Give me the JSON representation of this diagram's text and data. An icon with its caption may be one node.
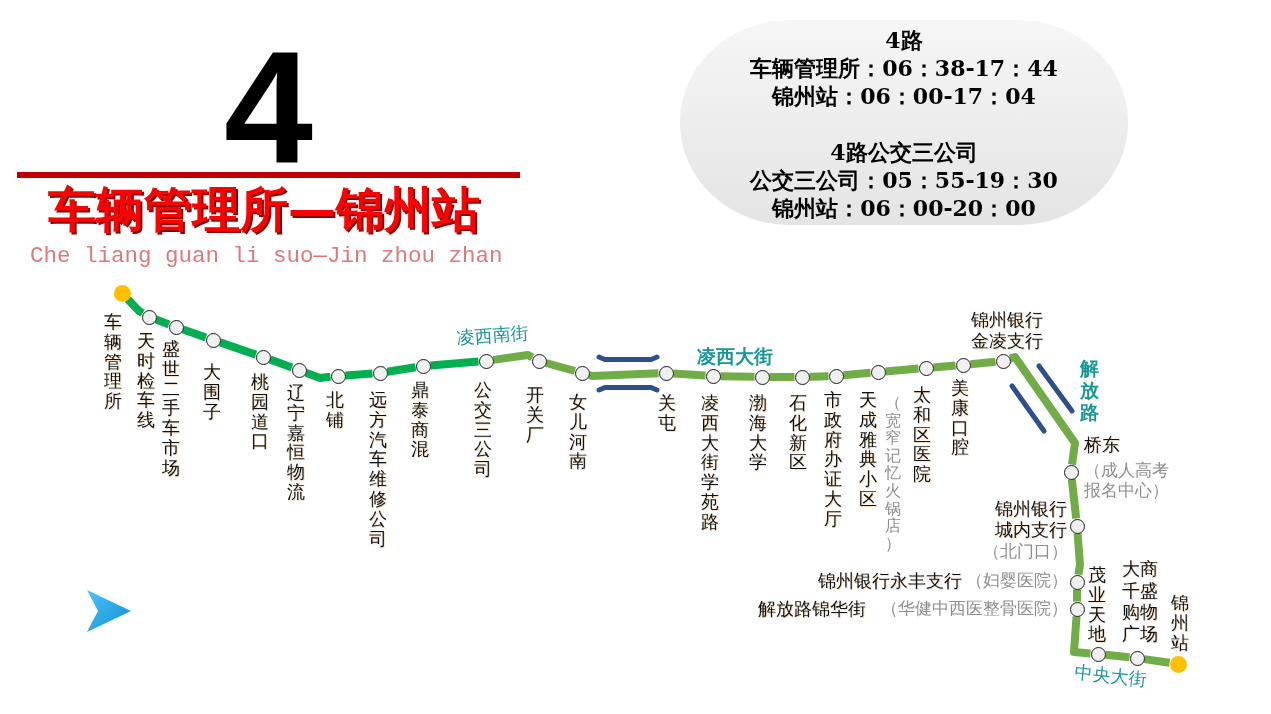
{
  "diagram": {
    "title": "4",
    "nodes": [
      {
        "text": [
          "4路",
          "车辆管理所：06：38-17：44",
          "锦州站：06：00-17：04",
          "4路公交三公司",
          "公交三公司：05：55-19：30",
          "锦州站：06：00-20：00"
        ]
      },
      {
        "text": [],
        "shape": "circle",
        "beside": [
          "车辆管理所"
        ]
      },
      {
        "text": [],
        "shape": "circle",
        "beside": [
          "天时检车线"
        ]
      },
      {
        "text": [],
        "shape": "circle",
        "beside": [
          "盛世二手车市场"
        ]
      },
      {
        "text": [],
        "shape": "circle",
        "beside": [
          "大围子"
        ]
      },
      {
        "text": [],
        "shape": "circle",
        "beside": [
          "桃园道口"
        ]
      },
      {
        "text": [],
        "shape": "circle",
        "beside": [
          "辽宁嘉恒物流"
        ]
      },
      {
        "text": [],
        "shape": "circle",
        "beside": [
          "北铺"
        ]
      },
      {
        "text": [],
        "shape": "circle",
        "beside": [
          "远方汽车维修公司"
        ]
      },
      {
        "text": [],
        "shape": "circle",
        "beside": [
          "鼎泰商混"
        ]
      },
      {
        "text": [],
        "shape": "circle",
        "beside": [
          "公交三公司"
        ]
      },
      {
        "text": [],
        "shape": "circle",
        "beside": [
          "开关厂"
        ]
      },
      {
        "text": [],
        "shape": "circle",
        "beside": [
          "女儿河南"
        ]
      },
      {
        "text": [],
        "shape": "circle",
        "beside": [
          "关屯"
        ]
      },
      {
        "text": [],
        "shape": "circle",
        "beside": [
          "凌西大街学苑路"
        ]
      },
      {
        "text": [],
        "shape": "circle",
        "beside": [
          "渤海大学"
        ]
      },
      {
        "text": [],
        "shape": "circle",
        "beside": [
          "石化新区"
        ]
      },
      {
        "text": [],
        "shape": "circle",
        "beside": [
          "市政府办证大厅"
        ]
      },
      {
        "text": [],
        "shape": "circle",
        "beside": [
          "天成雅典小区",
          "（宽窄记忆火锅店）"
        ]
      },
      {
        "text": [],
        "shape": "circle",
        "beside": [
          "太和区医院"
        ]
      },
      {
        "text": [],
        "shape": "circle",
        "beside": [
          "美康口腔"
        ]
      },
      {
        "text": [],
        "shape": "circle",
        "beside": [
          "锦州银行金凌支行"
        ]
      },
      {
        "text": [],
        "shape": "circle",
        "beside": [
          "桥东",
          "（成人高考报名中心）"
        ]
      },
      {
        "text": [],
        "shape": "circle",
        "beside": [
          "锦州银行城内支行",
          "（北门口）"
        ]
      },
      {
        "text": [],
        "shape": "circle",
        "beside": [
          "锦州银行永丰支行",
          "（妇婴医院）"
        ]
      },
      {
        "text": [],
        "shape": "circle",
        "beside": [
          "解放路锦华街",
          "（华健中西医整骨医院）"
        ]
      },
      {
        "text": [],
        "shape": "circle",
        "beside": [
          "茂业天地"
        ]
      },
      {
        "text": [],
        "shape": "circle",
        "beside": [
          "大商千盛购物广场"
        ]
      },
      {
        "text": [],
        "shape": "circle",
        "beside": [
          "锦州站"
        ]
      }
    ],
    "edges": [
      {
        "from": 1,
        "to": 2,
        "arrow": "none",
        "color": "#00b050"
      },
      {
        "from": 2,
        "to": 3,
        "arrow": "none",
        "color": "#00b050"
      },
      {
        "from": 3,
        "to": 4,
        "arrow": "none",
        "color": "#00b050"
      },
      {
        "from": 4,
        "to": 5,
        "arrow": "none",
        "color": "#00b050"
      },
      {
        "from": 5,
        "to": 6,
        "arrow": "none",
        "color": "#00b050"
      },
      {
        "from": 6,
        "to": 7,
        "arrow": "none",
        "color": "#00b050"
      },
      {
        "from": 7,
        "to": 8,
        "arrow": "none",
        "color": "#00b050"
      },
      {
        "from": 8,
        "to": 9,
        "arrow": "none",
        "color": "#00b050"
      },
      {
        "from": 9,
        "to": 10,
        "arrow": "none",
        "color": "#00b050"
      },
      {
        "from": 10,
        "to": 11,
        "arrow": "none"
      },
      {
        "from": 11,
        "to": 12,
        "arrow": "none"
      },
      {
        "from": 12,
        "to": 13,
        "arrow": "none"
      },
      {
        "from": 13,
        "to": 14,
        "arrow": "none"
      },
      {
        "from": 14,
        "to": 15,
        "arrow": "none"
      },
      {
        "from": 15,
        "to": 16,
        "arrow": "none"
      },
      {
        "from": 16,
        "to": 17,
        "arrow": "none"
      },
      {
        "from": 17,
        "to": 18,
        "arrow": "none"
      },
      {
        "from": 18,
        "to": 19,
        "arrow": "none"
      },
      {
        "from": 19,
        "to": 20,
        "arrow": "none"
      },
      {
        "from": 20,
        "to": 21,
        "arrow": "none"
      },
      {
        "from": 21,
        "to": 22,
        "arrow": "none"
      },
      {
        "from": 22,
        "to": 23,
        "arrow": "none"
      },
      {
        "from": 23,
        "to": 24,
        "arrow": "none"
      },
      {
        "from": 24,
        "to": 25,
        "arrow": "none"
      },
      {
        "from": 25,
        "to": 26,
        "arrow": "none"
      },
      {
        "from": 26,
        "to": 27,
        "arrow": "none"
      },
      {
        "from": 27,
        "to": 28,
        "arrow": "none"
      }
    ],
    "labels": [
      "车辆管理所—锦州站",
      "Che liang guan li suo—Jin zhou zhan",
      "凌西南街",
      "凌西大街",
      "解放路",
      "中央大街"
    ]
  }
}
